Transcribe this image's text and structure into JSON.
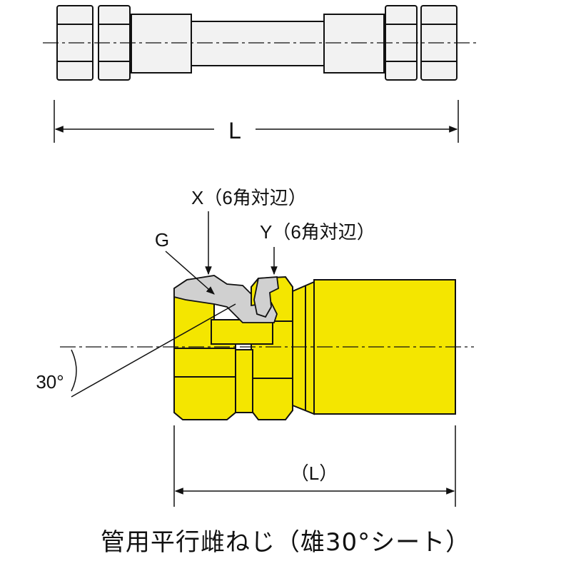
{
  "labels": {
    "overall_length": "L",
    "hex_x": "X（6角対辺）",
    "hex_y": "Y（6角対辺）",
    "thread_g": "G",
    "seat_angle": "30°",
    "body_length": "（L）"
  },
  "caption": "管用平行雌ねじ（雄30°シート）",
  "colors": {
    "brass": "#f4e600",
    "brass_shadow": "#d8c700",
    "section_gray": "#d0d0d0",
    "line": "#111111",
    "top_fill": "#f2f2f2"
  }
}
